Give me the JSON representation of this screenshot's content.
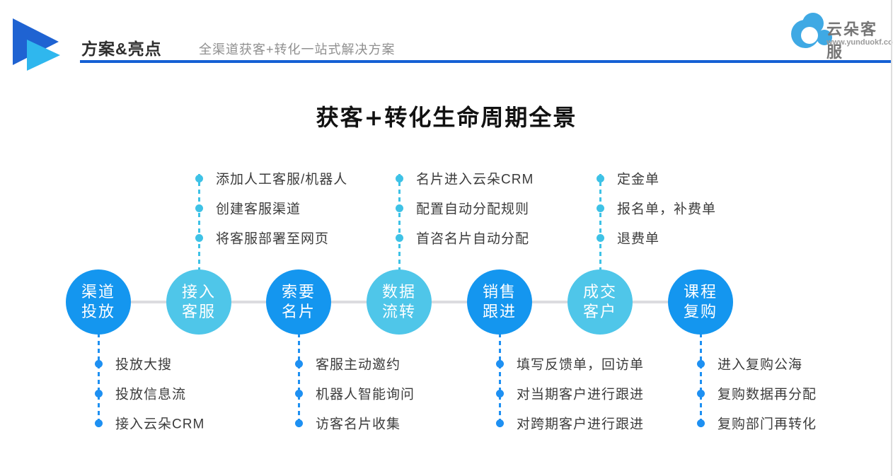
{
  "header": {
    "title": "方案&亮点",
    "subtitle": "全渠道获客+转化一站式解决方案",
    "underline_color": "#1560d4",
    "logo_dark_color": "#1f63d2",
    "logo_light_color": "#2fb7ee"
  },
  "brand": {
    "name": "云朵客服",
    "url": "www.yunduokf.com",
    "cloud_color": "#3fa9e4"
  },
  "main_title": "获客+转化生命周期全景",
  "flow": {
    "connector_color": "#dcdce0",
    "circle_colors": {
      "dark": "#1496ef",
      "light": "#4fc6e9"
    },
    "dot_colors": {
      "above": "#3ec2e6",
      "below": "#1e90f2"
    },
    "stages": [
      {
        "label": [
          "渠道",
          "投放"
        ],
        "color": "dark",
        "list_position": "below",
        "items": [
          "投放大搜",
          "投放信息流",
          "接入云朵CRM"
        ]
      },
      {
        "label": [
          "接入",
          "客服"
        ],
        "color": "light",
        "list_position": "above",
        "items": [
          "添加人工客服/机器人",
          "创建客服渠道",
          "将客服部署至网页"
        ]
      },
      {
        "label": [
          "索要",
          "名片"
        ],
        "color": "dark",
        "list_position": "below",
        "items": [
          "客服主动邀约",
          "机器人智能询问",
          "访客名片收集"
        ]
      },
      {
        "label": [
          "数据",
          "流转"
        ],
        "color": "light",
        "list_position": "above",
        "items": [
          "名片进入云朵CRM",
          "配置自动分配规则",
          "首咨名片自动分配"
        ]
      },
      {
        "label": [
          "销售",
          "跟进"
        ],
        "color": "dark",
        "list_position": "below",
        "items": [
          "填写反馈单，回访单",
          "对当期客户进行跟进",
          "对跨期客户进行跟进"
        ]
      },
      {
        "label": [
          "成交",
          "客户"
        ],
        "color": "light",
        "list_position": "above",
        "items": [
          "定金单",
          "报名单，补费单",
          "退费单"
        ]
      },
      {
        "label": [
          "课程",
          "复购"
        ],
        "color": "dark",
        "list_position": "below",
        "items": [
          "进入复购公海",
          "复购数据再分配",
          "复购部门再转化"
        ]
      }
    ]
  }
}
